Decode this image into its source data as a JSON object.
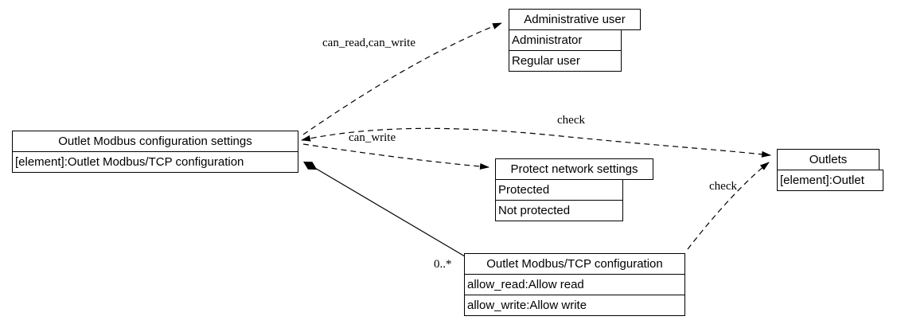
{
  "diagram_type": "uml-association-diagram",
  "colors": {
    "stroke": "#000000",
    "node_fill": "#ffffff",
    "text": "#000000"
  },
  "nodes": {
    "settings": {
      "title": "Outlet Modbus configuration settings",
      "attributes": [
        "[element]:Outlet Modbus/TCP configuration"
      ]
    },
    "admin_user": {
      "title": "Administrative user",
      "attributes": [
        "Administrator",
        "Regular user"
      ]
    },
    "protect": {
      "title": "Protect network settings",
      "attributes": [
        "Protected",
        "Not protected"
      ]
    },
    "tcp_config": {
      "title": "Outlet Modbus/TCP configuration",
      "attributes": [
        "allow_read:Allow read",
        "allow_write:Allow write"
      ]
    },
    "outlets": {
      "title": "Outlets",
      "attributes": [
        "[element]:Outlet"
      ]
    }
  },
  "edges": [
    {
      "from": "Outlet Modbus configuration settings",
      "to": "Administrative user",
      "label": "can_read,can_write",
      "style": "dashed-arrow"
    },
    {
      "from": "Outlet Modbus configuration settings",
      "to": "Protect network settings",
      "label": "can_write",
      "style": "dashed-arrow"
    },
    {
      "from": "Outlet Modbus configuration settings",
      "to": "Outlets",
      "label": "check",
      "style": "dashed-double-arrow"
    },
    {
      "from": "Outlet Modbus/TCP configuration",
      "to": "Outlets",
      "label": "check",
      "style": "dashed-arrow"
    },
    {
      "from": "Outlet Modbus configuration settings",
      "to": "Outlet Modbus/TCP configuration",
      "label": "0..*",
      "style": "solid-composition-diamond"
    }
  ]
}
